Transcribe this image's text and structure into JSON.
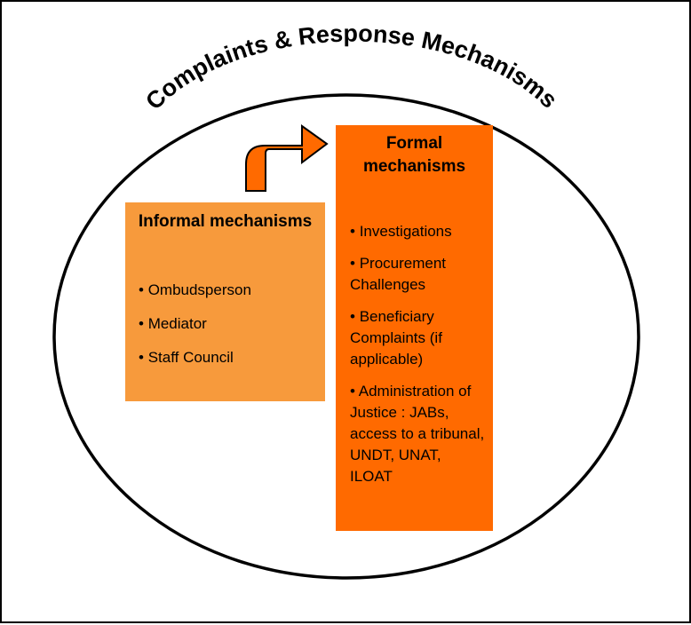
{
  "diagram": {
    "title": "Complaints & Response Mechanisms",
    "informal": {
      "title": "Informal mechanisms",
      "items": [
        "Ombudsperson",
        "Mediator",
        "Staff Council"
      ]
    },
    "formal": {
      "title": "Formal mechanisms",
      "items": [
        "Investigations",
        "Procurement Challenges",
        "Beneficiary Complaints (if applicable)",
        "Administration of Justice : JABs, access to a tribunal, UNDT, UNAT, ILOAT"
      ]
    },
    "bullet_char": "•"
  },
  "colors": {
    "informal_fill": "#F79A3C",
    "formal_fill": "#FF6A00",
    "arrow_fill": "#FF6A00",
    "outline": "#000000"
  }
}
